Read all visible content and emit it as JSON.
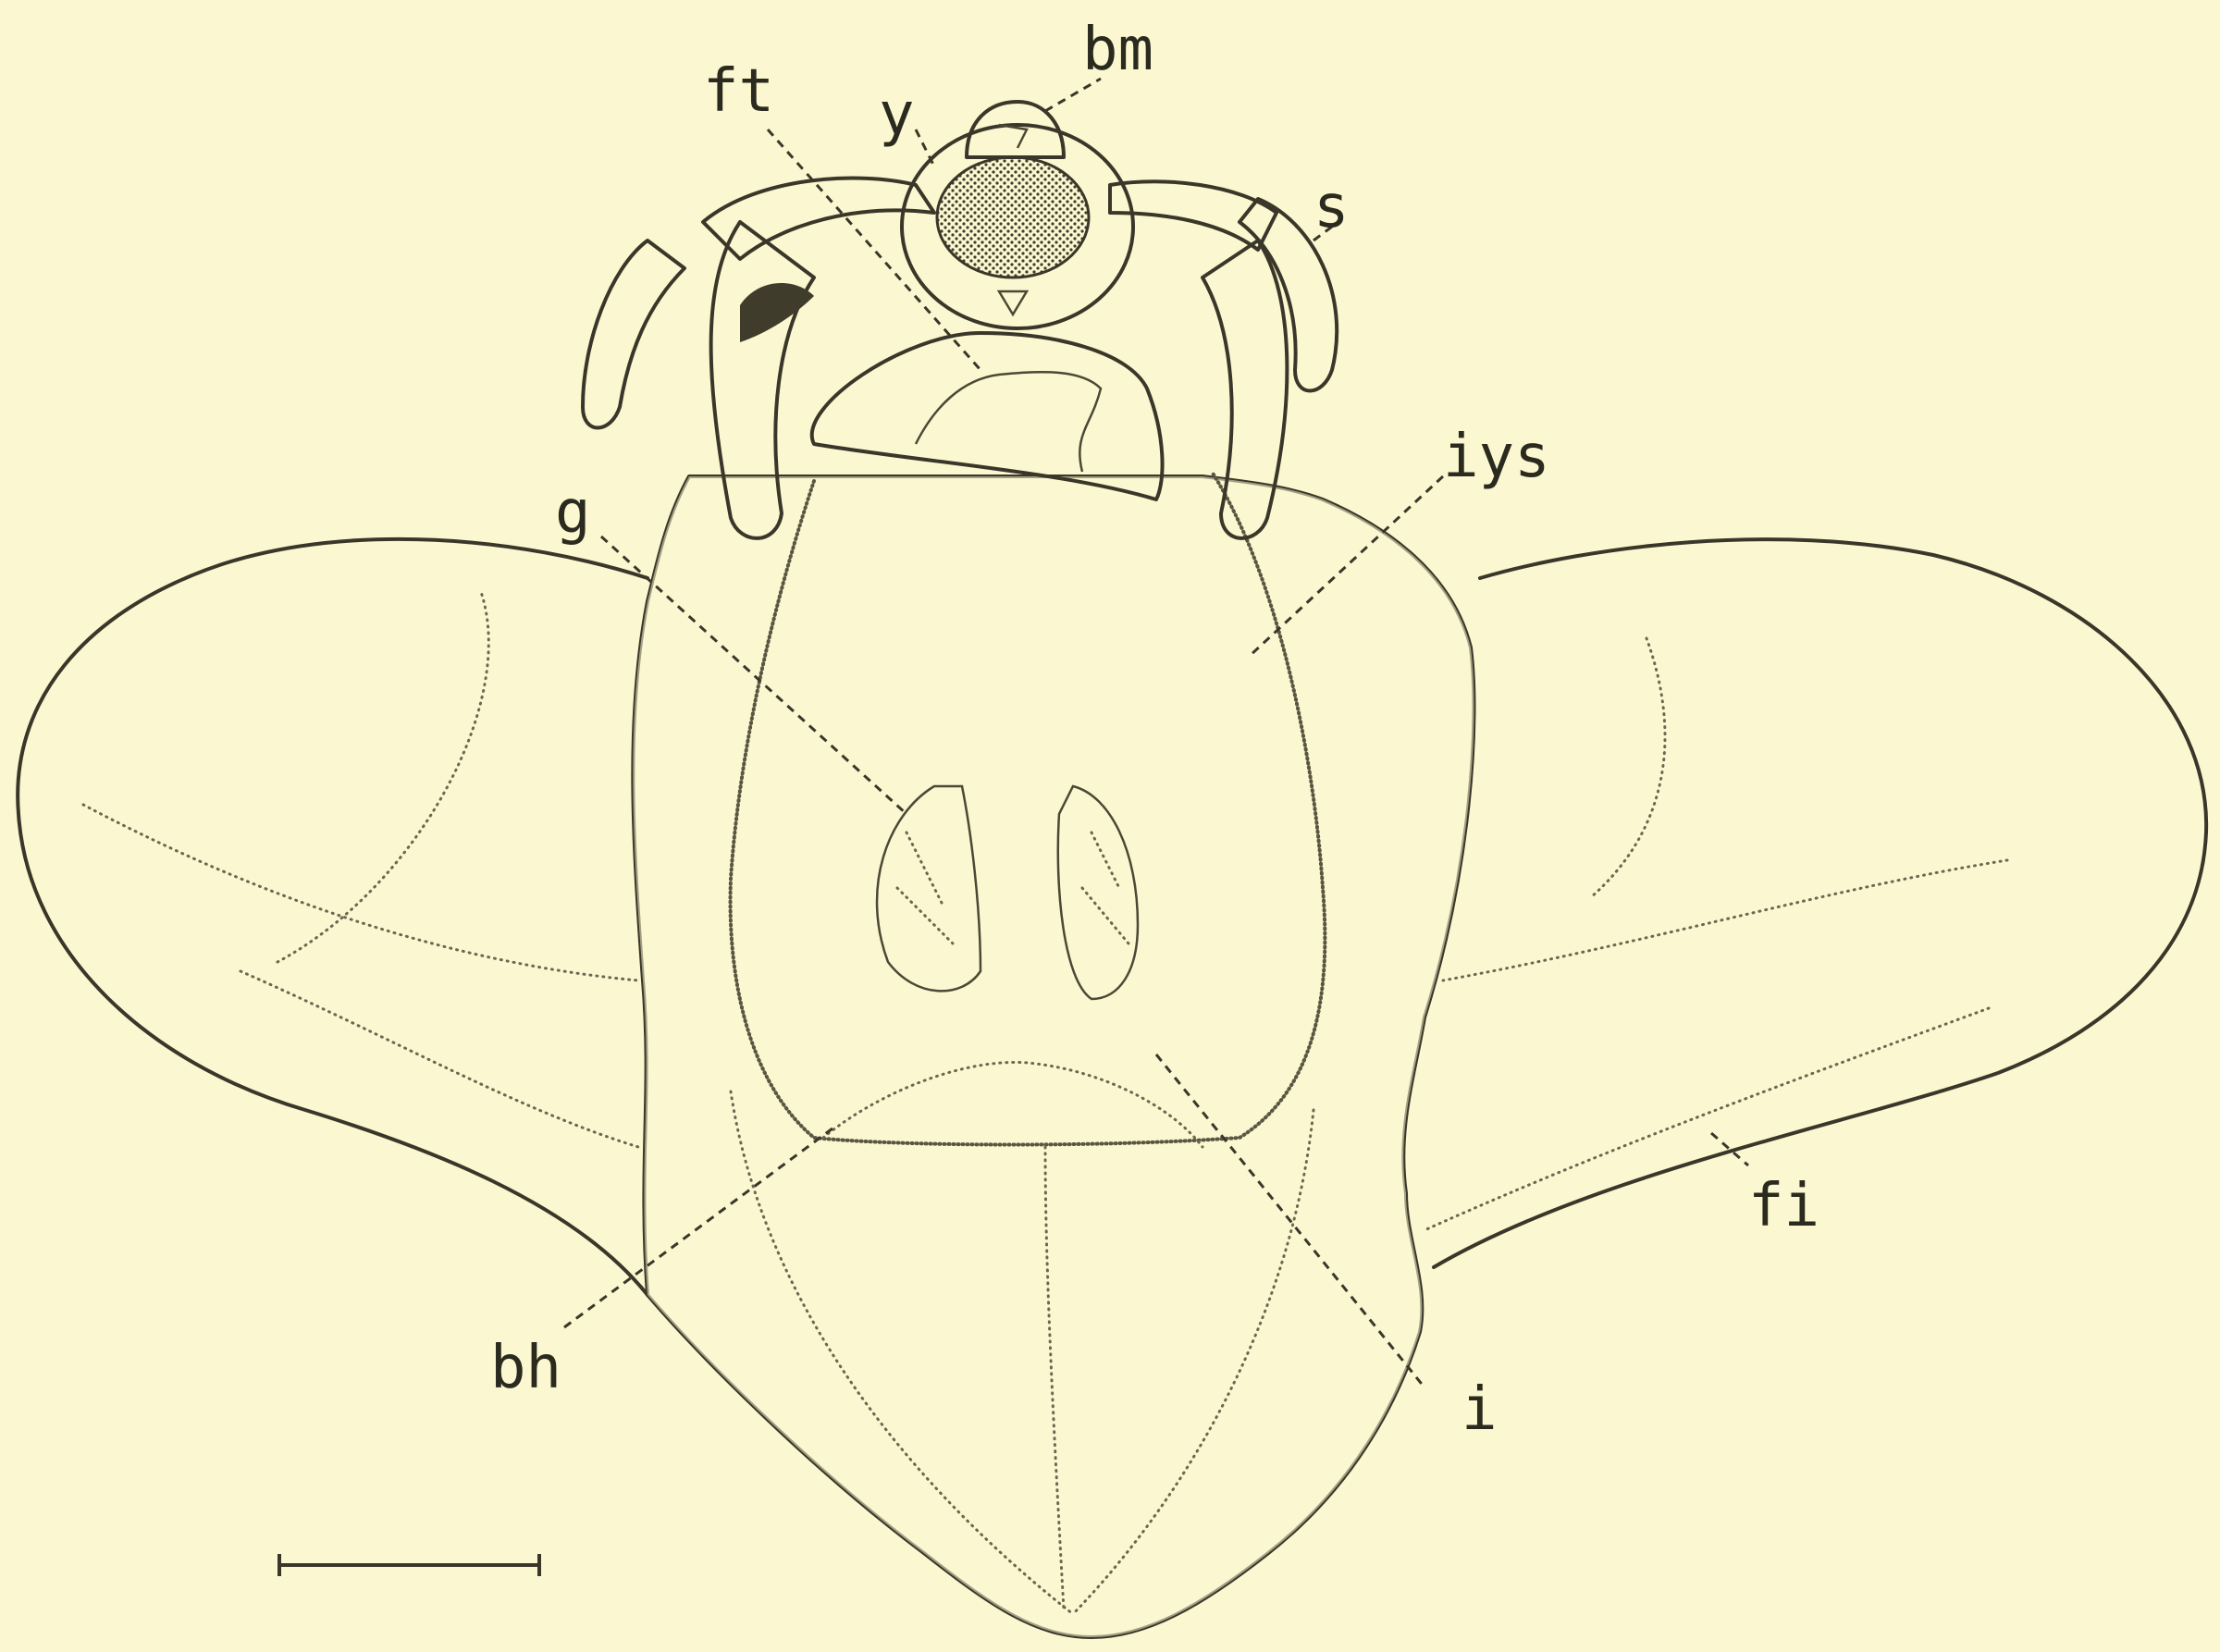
{
  "figure": {
    "labels": {
      "bm": "bm",
      "ft": "ft",
      "y": "y",
      "s": "s",
      "iys": "iys",
      "g": "g",
      "fi": "fi",
      "bh": "bh",
      "i": "i"
    }
  },
  "colors": {
    "paper": "#fbf7d0",
    "ink": "#3a372a"
  }
}
